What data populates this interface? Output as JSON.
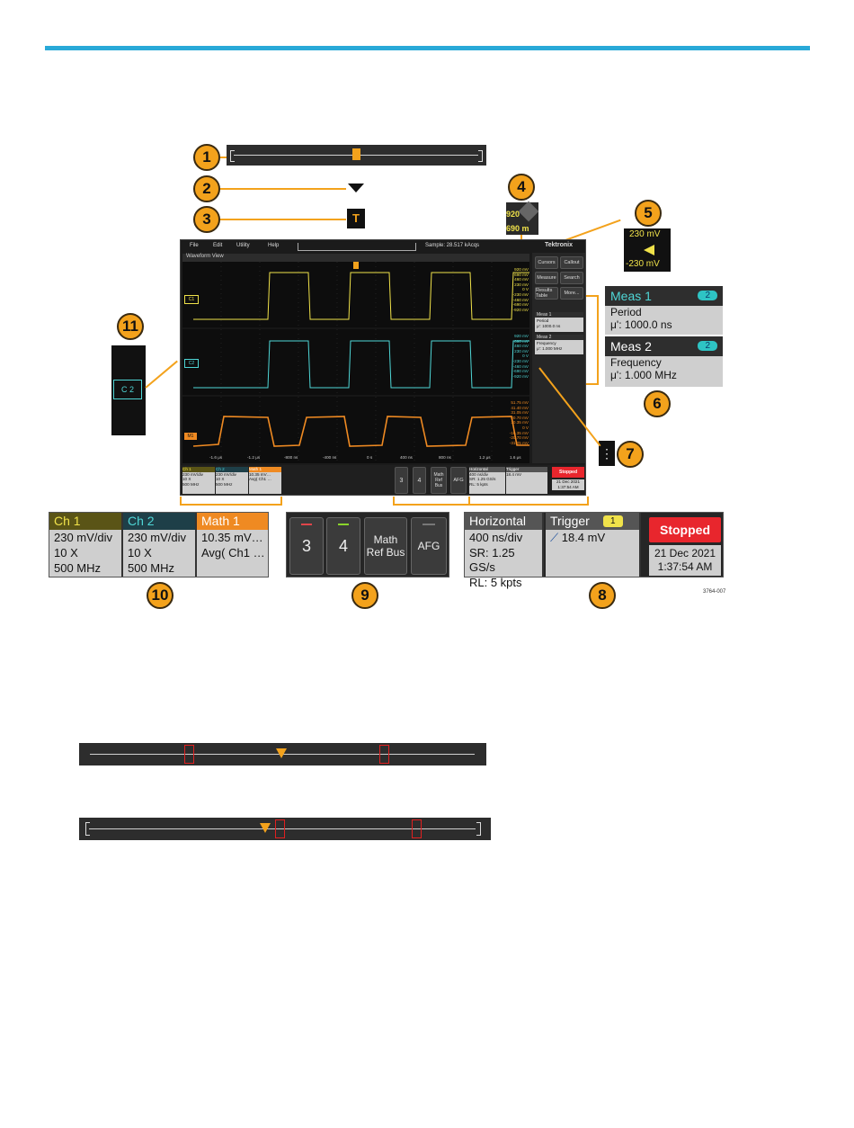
{
  "menu": {
    "file": "File",
    "edit": "Edit",
    "utility": "Utility",
    "help": "Help",
    "sample": "Sample: 28.517 kAcqs",
    "brand": "Tektronix"
  },
  "waveform_view": {
    "title": "Waveform View"
  },
  "right_panel": {
    "cursors": "Cursors",
    "callout": "Callout",
    "measure": "Measure",
    "search": "Search",
    "results_table": "Results Table",
    "more": "More...",
    "meas1_title": "Meas 1",
    "meas1_name": "Period",
    "meas1_value": "μ': 1000.0 ns",
    "meas2_title": "Meas 2",
    "meas2_name": "Frequency",
    "meas2_value": "μ': 1.000 MHz",
    "badge": "2"
  },
  "scale_ch1": [
    "920 mV",
    "690 mV",
    "460 mV",
    "230 mV",
    "0 V",
    "-230 mV",
    "-460 mV",
    "-690 mV",
    "-920 mV"
  ],
  "scale_ch2": [
    "920 mV",
    "690 mV",
    "460 mV",
    "230 mV",
    "0 V",
    "-230 mV",
    "-460 mV",
    "-690 mV",
    "-920 mV"
  ],
  "scale_math": [
    "51.75 mV",
    "41.40 mV",
    "31.05 mV",
    "20.70 mV",
    "10.35 mV",
    "0 V",
    "-10.35 mV",
    "-20.70 mV",
    "-31.05 mV"
  ],
  "time_ticks": [
    "-1.6 μs",
    "-1.2 μs",
    "-800 ns",
    "-400 ns",
    "0 s",
    "400 ns",
    "800 ns",
    "1.2 μs",
    "1.6 μs"
  ],
  "channels": [
    {
      "name": "Ch 1",
      "scale": "230 mV/div",
      "probe": "10 X",
      "bw": "500 MHz",
      "color": "#f0e24a",
      "headbg": "#5a5416"
    },
    {
      "name": "Ch 2",
      "scale": "230 mV/div",
      "probe": "10 X",
      "bw": "500 MHz",
      "color": "#4fd6d6",
      "headbg": "#1e3f48"
    },
    {
      "name": "Math 1",
      "scale": "10.35 mV…",
      "probe": "Avg( Ch1 …",
      "bw": "",
      "color": "#ffffff",
      "headbg": "#ef8a22"
    }
  ],
  "ch_labels": {
    "c1": "C1",
    "c2": "C2",
    "m1": "M1"
  },
  "buttons": {
    "b3": "3",
    "b4": "4",
    "mrb": "Math Ref Bus",
    "afg": "AFG"
  },
  "horizontal": {
    "title": "Horizontal",
    "scale": "400 ns/div",
    "sr": "SR: 1.25 GS/s",
    "rl": "RL: 5 kpts"
  },
  "trigger": {
    "title": "Trigger",
    "badge": "1",
    "level": "18.4 mV"
  },
  "acq": {
    "status": "Stopped",
    "date": "21 Dec 2021",
    "time": "1:37:54 AM"
  },
  "zoom_scale": {
    "top": "230 mV",
    "bottom": "-230 mV"
  },
  "zoom_4": {
    "top": "920",
    "bottom": "690 m"
  },
  "zoom_c2": "C 2",
  "callouts": [
    "1",
    "2",
    "3",
    "4",
    "5",
    "6",
    "7",
    "8",
    "9",
    "10",
    "11"
  ],
  "figure_id": "3764-007",
  "colors": {
    "accent": "#29a9d8",
    "callout": "#f3a21c",
    "ch1": "#f0e24a",
    "ch2": "#4fd6d6",
    "math": "#ef8a22",
    "stopped": "#e8262d"
  }
}
